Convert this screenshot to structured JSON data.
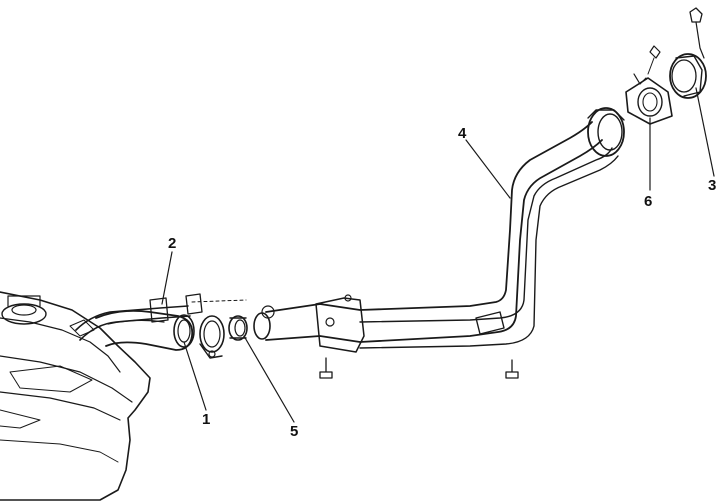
{
  "diagram": {
    "type": "exploded-parts-illustration",
    "subject": "fuel-tank-filler-neck-assembly",
    "callouts": [
      {
        "id": "1",
        "label": "1"
      },
      {
        "id": "2",
        "label": "2"
      },
      {
        "id": "3",
        "label": "3"
      },
      {
        "id": "4",
        "label": "4"
      },
      {
        "id": "5",
        "label": "5"
      },
      {
        "id": "6",
        "label": "6"
      }
    ]
  },
  "colors": {
    "line": "#1a1a1a",
    "background": "#ffffff"
  }
}
